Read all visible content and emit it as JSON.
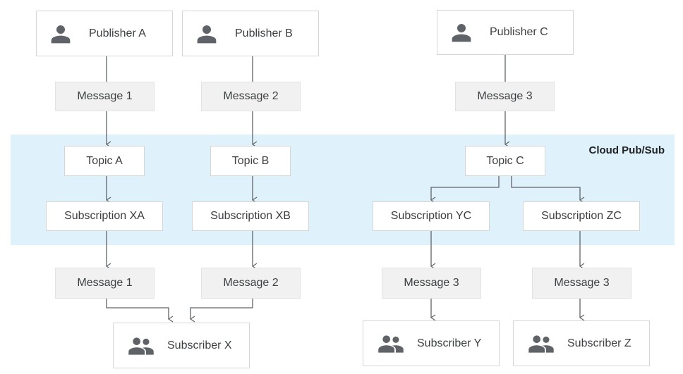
{
  "band_label": "Cloud Pub/Sub",
  "publishers": [
    {
      "label": "Publisher A",
      "icon": "person-icon"
    },
    {
      "label": "Publisher B",
      "icon": "person-icon"
    },
    {
      "label": "Publisher C",
      "icon": "person-icon"
    }
  ],
  "messages_in": [
    "Message 1",
    "Message 2",
    "Message 3"
  ],
  "topics": [
    "Topic A",
    "Topic B",
    "Topic C"
  ],
  "subscriptions": [
    "Subscription XA",
    "Subscription XB",
    "Subscription YC",
    "Subscription ZC"
  ],
  "messages_out": [
    "Message 1",
    "Message 2",
    "Message 3",
    "Message 3"
  ],
  "subscribers": [
    {
      "label": "Subscriber X",
      "icon": "group-icon"
    },
    {
      "label": "Subscriber Y",
      "icon": "group-icon"
    },
    {
      "label": "Subscriber Z",
      "icon": "group-icon"
    }
  ],
  "colors": {
    "band": "#dff2fb",
    "box_grey": "#f1f1f1",
    "icon": "#5f6368",
    "line": "#5f6368"
  }
}
